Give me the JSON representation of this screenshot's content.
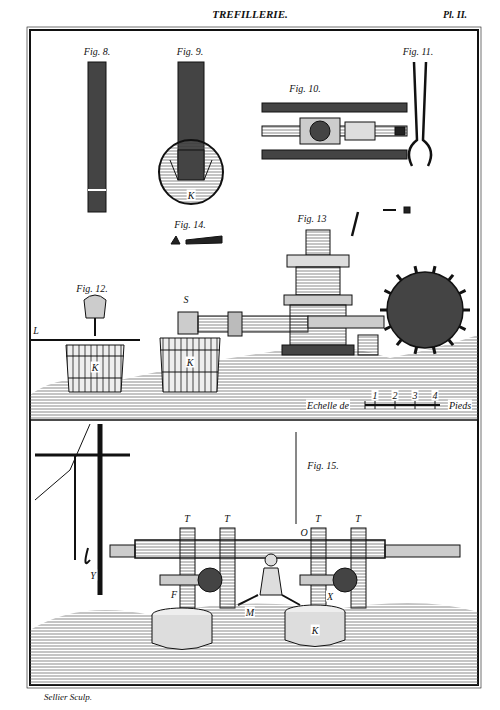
{
  "diagram": {
    "title": "TREFILLERIE.",
    "labels": [
      "Pl. II.",
      "Fig. 8.",
      "Fig. 9.",
      "Fig. 10.",
      "Fig. 11.",
      "K",
      "Fig. 14.",
      "Fig. 13",
      "Fig. 12.",
      "L",
      "K",
      "S",
      "K",
      "Echelle de",
      "1",
      "2",
      "3",
      "4",
      "Pieds",
      "Fig. 15.",
      "T",
      "T",
      "O",
      "T",
      "T",
      "Y",
      "F",
      "M",
      "X",
      "K",
      "Sellier Sculp."
    ]
  }
}
